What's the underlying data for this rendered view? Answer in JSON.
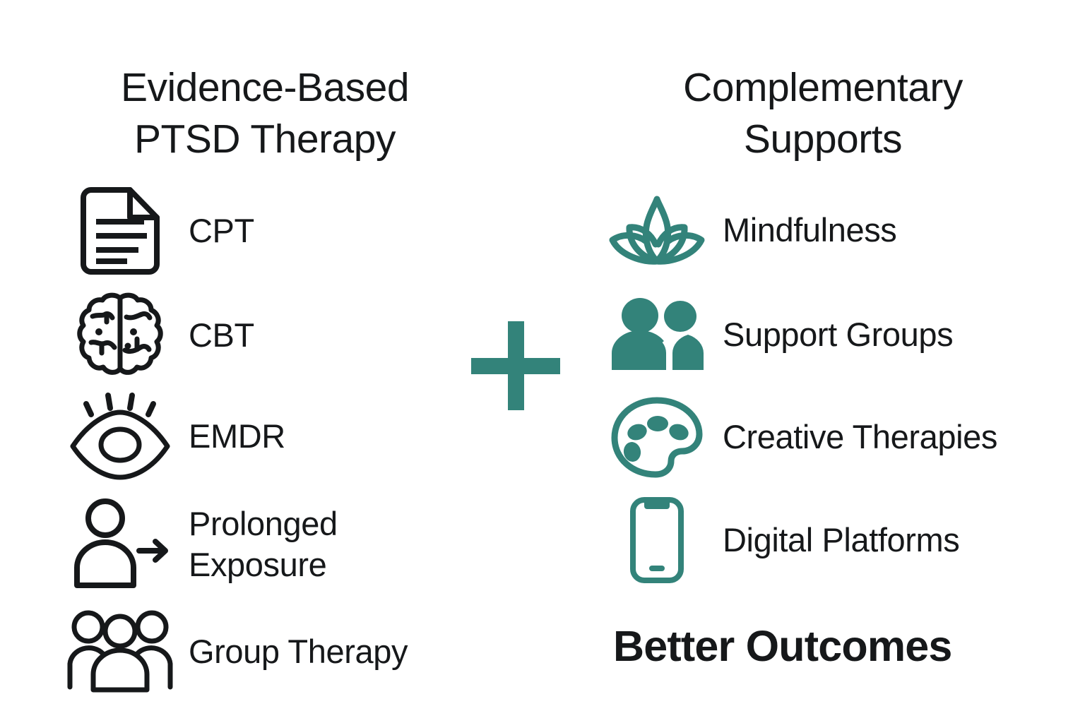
{
  "theme": {
    "background": "#ffffff",
    "text_color": "#16181a",
    "accent_teal": "#33837a",
    "outline_black": "#16181a"
  },
  "left_column": {
    "title": "Evidence-Based\nPTSD Therapy",
    "items": [
      {
        "icon": "document-icon",
        "label": "CPT"
      },
      {
        "icon": "brain-icon",
        "label": "CBT"
      },
      {
        "icon": "eye-icon",
        "label": "EMDR"
      },
      {
        "icon": "person-arrow-icon",
        "label": "Prolonged\nExposure"
      },
      {
        "icon": "group-people-icon",
        "label": "Group Therapy"
      }
    ]
  },
  "connector": {
    "symbol": "plus-sign",
    "label": "+"
  },
  "right_column": {
    "title": "Complementary\nSupports",
    "items": [
      {
        "icon": "lotus-icon",
        "label": "Mindfulness"
      },
      {
        "icon": "support-group-icon",
        "label": "Support Groups"
      },
      {
        "icon": "palette-icon",
        "label": "Creative Therapies"
      },
      {
        "icon": "smartphone-icon",
        "label": "Digital Platforms"
      }
    ],
    "footer": "Better Outcomes"
  }
}
